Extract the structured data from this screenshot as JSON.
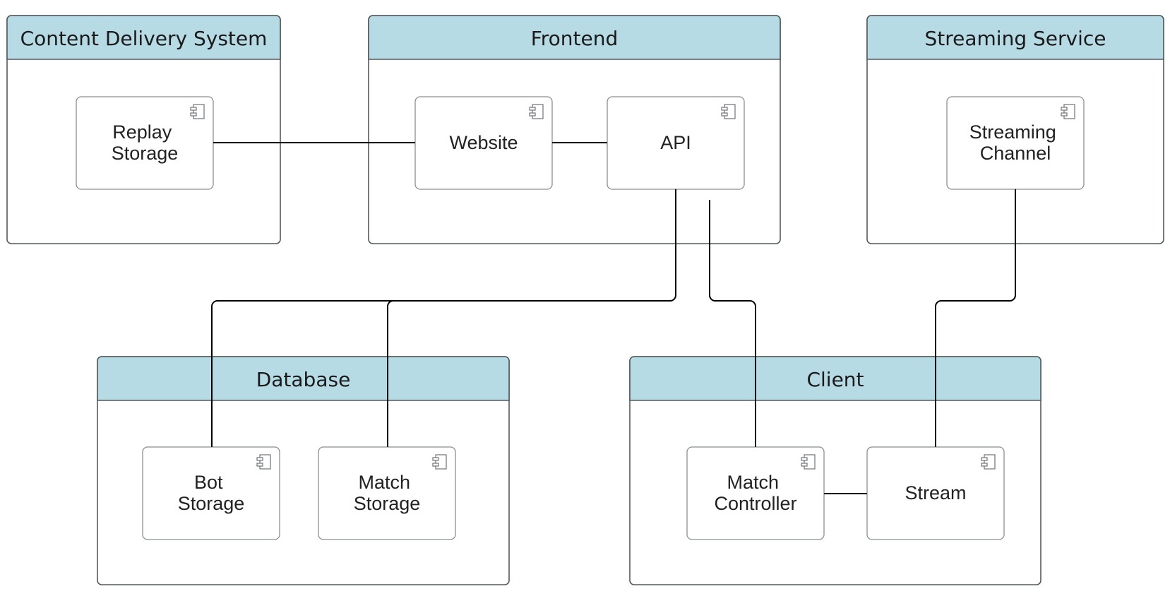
{
  "colors": {
    "package_header": "#b7dbe5",
    "package_border": "#555a5f",
    "component_border": "#8a8f94",
    "connector": "#000000"
  },
  "component_icon": "uml-component-icon",
  "packages": {
    "content_delivery": {
      "title": "Content Delivery System",
      "components": {
        "replay_storage": [
          "Replay",
          "Storage"
        ]
      }
    },
    "frontend": {
      "title": "Frontend",
      "components": {
        "website": [
          "Website"
        ],
        "api": [
          "API"
        ]
      }
    },
    "streaming_service": {
      "title": "Streaming Service",
      "components": {
        "streaming_channel": [
          "Streaming",
          "Channel"
        ]
      }
    },
    "database": {
      "title": "Database",
      "components": {
        "bot_storage": [
          "Bot",
          "Storage"
        ],
        "match_storage": [
          "Match",
          "Storage"
        ]
      }
    },
    "client": {
      "title": "Client",
      "components": {
        "match_controller": [
          "Match",
          "Controller"
        ],
        "stream": [
          "Stream"
        ]
      }
    }
  }
}
